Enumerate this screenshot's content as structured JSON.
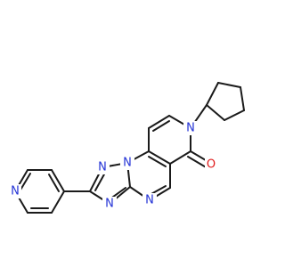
{
  "colors": {
    "background": "#ffffff",
    "bond": "#1a1a1a",
    "nitrogen": "#2433d6",
    "oxygen": "#e01a1a"
  },
  "atoms": {
    "n_pyridine": {
      "label": "N",
      "element": "nitrogen"
    },
    "n_triazole_top": {
      "label": "N",
      "element": "nitrogen"
    },
    "n_triazole_bridge": {
      "label": "N",
      "element": "nitrogen"
    },
    "n_triazole_bottom": {
      "label": "N",
      "element": "nitrogen"
    },
    "n_pyrimidine": {
      "label": "N",
      "element": "nitrogen"
    },
    "n_lactam": {
      "label": "N",
      "element": "nitrogen"
    },
    "o_carbonyl": {
      "label": "O",
      "element": "oxygen"
    }
  }
}
